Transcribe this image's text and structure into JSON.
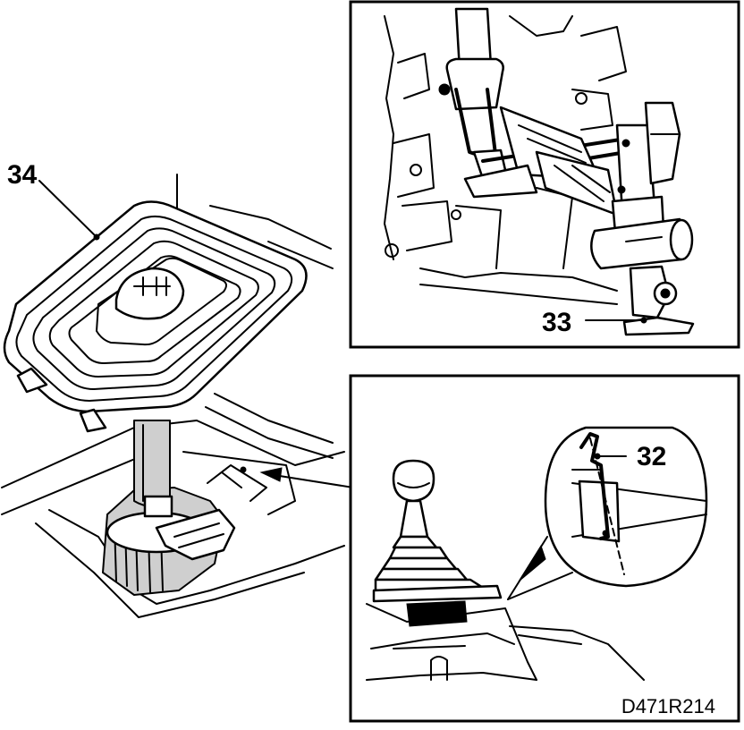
{
  "callouts": {
    "boot": "34",
    "bracket": "33",
    "pin": "32"
  },
  "drawing_code": "D471R214",
  "colors": {
    "ink": "#000000",
    "paper": "#ffffff",
    "shade": "#cfcfcf"
  }
}
